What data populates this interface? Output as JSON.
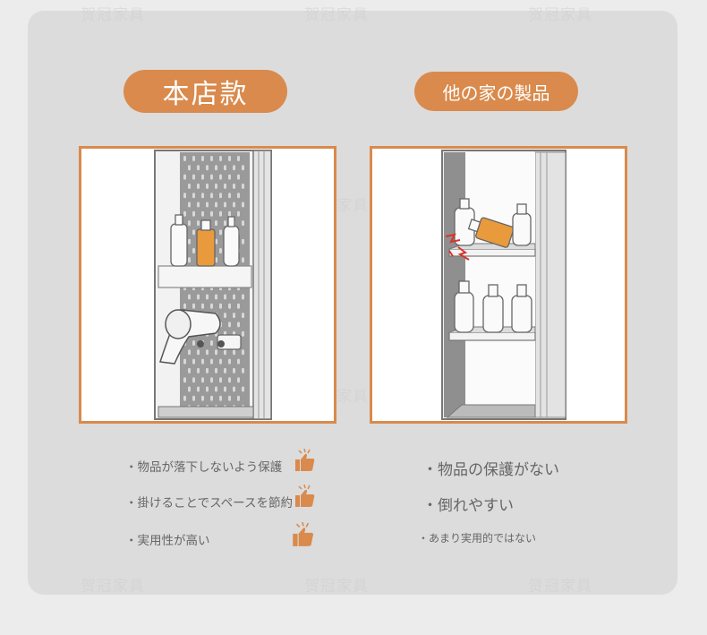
{
  "watermark": "贺冠家具",
  "left": {
    "badge": "本店款",
    "points": [
      "・物品が落下しないよう保護",
      "・掛けることでスペースを節約",
      "・実用性が高い"
    ]
  },
  "right": {
    "badge": "他の家の製品",
    "points": [
      "・物品の保護がない",
      "・倒れやすい",
      "・あまり実用的ではない"
    ]
  },
  "icons": {
    "thumbs_up": "thumbs-up-icon",
    "collision": "collision-burst-icon"
  },
  "colors": {
    "accent": "#d98a4c",
    "bottle_orange": "#e89a3c",
    "card": "#dcdcdc"
  }
}
